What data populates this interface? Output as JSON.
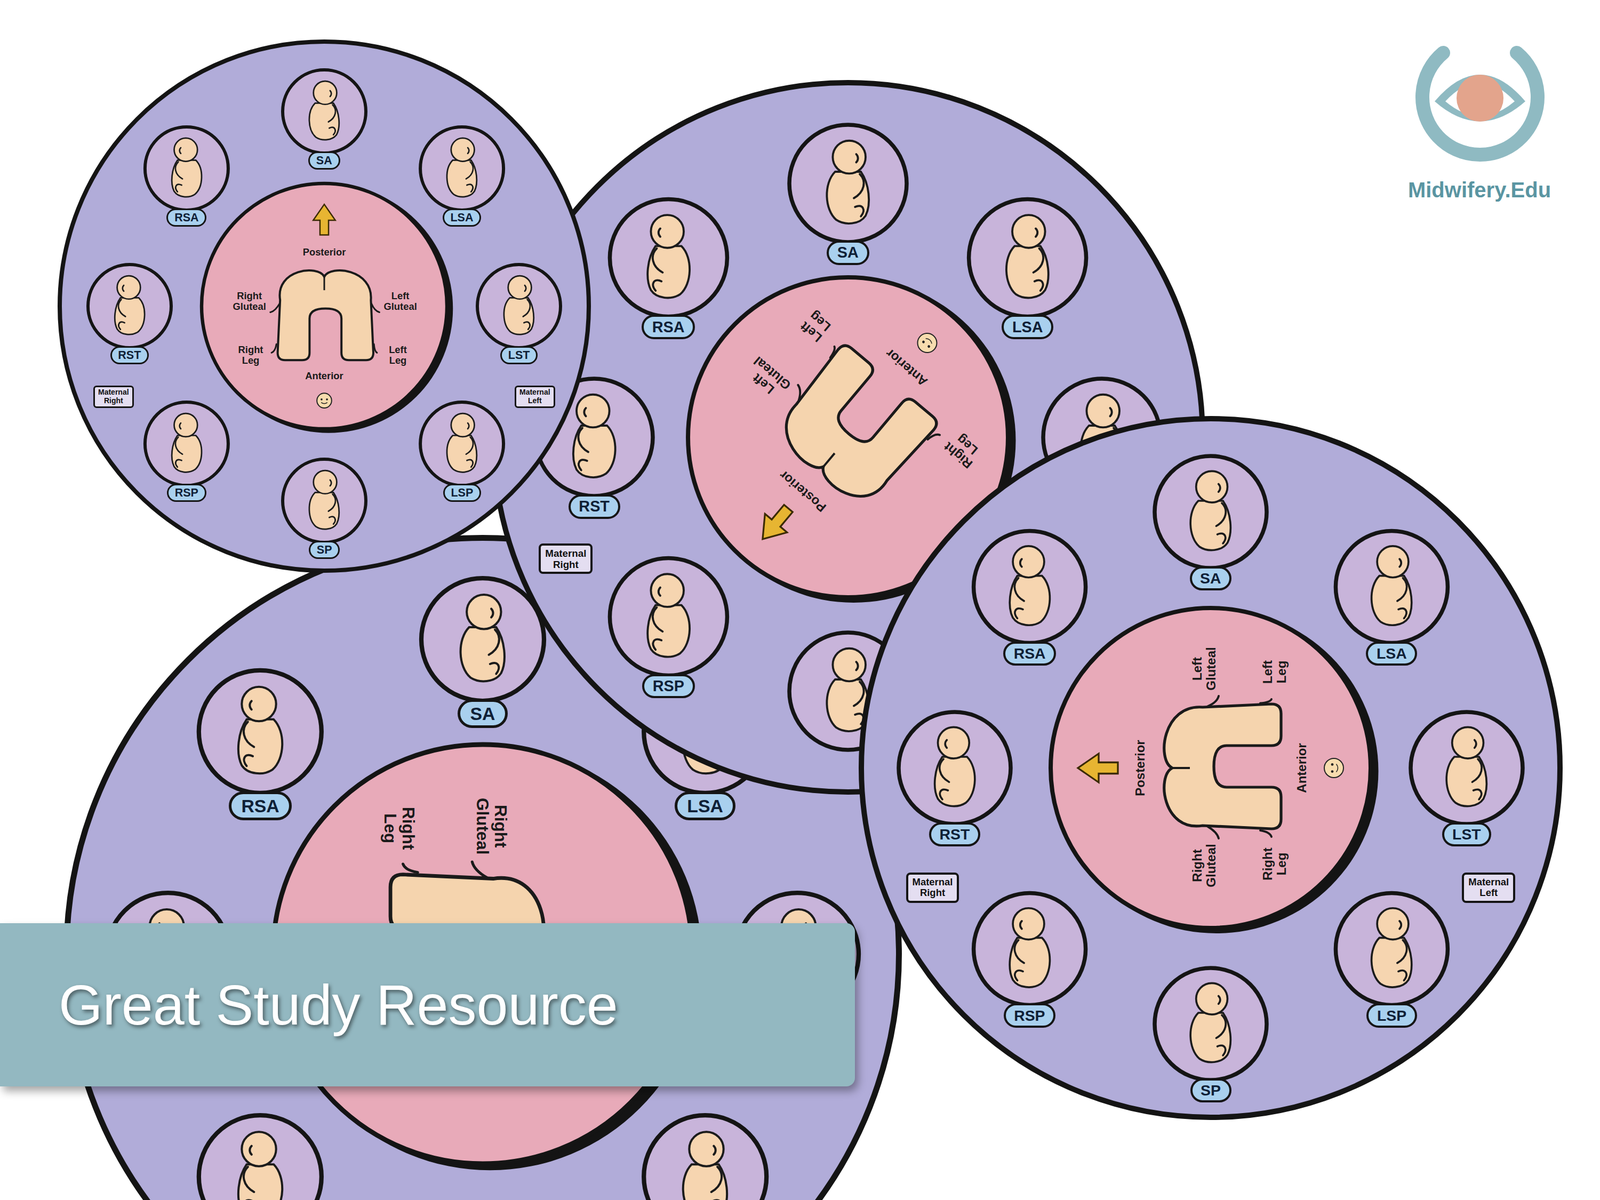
{
  "diagram": {
    "nodes": [
      {
        "text": [
          "Posterior",
          "Right Gluteal",
          "Left Gluteal",
          "Right Leg",
          "Left Leg",
          "Anterior"
        ]
      },
      {
        "text": [
          "SA"
        ],
        "in": 0
      },
      {
        "text": [
          "RSA"
        ],
        "in": 0
      },
      {
        "text": [
          "LSA"
        ],
        "in": 0
      },
      {
        "text": [
          "RST"
        ],
        "in": 0
      },
      {
        "text": [
          "LST"
        ],
        "in": 0
      },
      {
        "text": [
          "Maternal Right"
        ],
        "in": 0
      },
      {
        "text": [
          "Maternal Left"
        ],
        "in": 0
      },
      {
        "text": [
          "RSP"
        ],
        "in": 0
      },
      {
        "text": [
          "LSP"
        ],
        "in": 0
      },
      {
        "text": [
          "SP"
        ],
        "in": 0
      },
      {
        "text": [
          "Left Leg",
          "Anterior",
          "Left Gluteal",
          "Right Leg",
          "Posterior"
        ]
      },
      {
        "text": [
          "SA"
        ],
        "in": 11
      },
      {
        "text": [
          "RSA"
        ],
        "in": 11
      },
      {
        "text": [
          "LSA"
        ],
        "in": 11
      },
      {
        "text": [
          "RST"
        ],
        "in": 11
      },
      {
        "text": [
          "Maternal Right"
        ],
        "in": 11
      },
      {
        "text": [
          "RSP"
        ],
        "in": 11
      },
      {
        "text": [
          "Right Gluteal",
          "Right Leg"
        ]
      },
      {
        "text": [
          "SA"
        ],
        "in": 18
      },
      {
        "text": [
          "RSA"
        ],
        "in": 18
      },
      {
        "text": [
          "LSA"
        ],
        "in": 18
      },
      {
        "text": [
          "Left Gluteal",
          "Left Leg",
          "Posterior",
          "Anterior",
          "Right Gluteal",
          "Right Leg"
        ]
      },
      {
        "text": [
          "SA"
        ],
        "in": 22
      },
      {
        "text": [
          "RSA"
        ],
        "in": 22
      },
      {
        "text": [
          "LSA"
        ],
        "in": 22
      },
      {
        "text": [
          "RST"
        ],
        "in": 22
      },
      {
        "text": [
          "LST"
        ],
        "in": 22
      },
      {
        "text": [
          "Maternal Right"
        ],
        "in": 22
      },
      {
        "text": [
          "Maternal Left"
        ],
        "in": 22
      },
      {
        "text": [
          "RSP"
        ],
        "in": 22
      },
      {
        "text": [
          "LSP"
        ],
        "in": 22
      },
      {
        "text": [
          "SP"
        ],
        "in": 22
      },
      {
        "text": [
          "Great Study Resource"
        ]
      }
    ],
    "labels": [
      "Midwifery.Edu"
    ]
  }
}
